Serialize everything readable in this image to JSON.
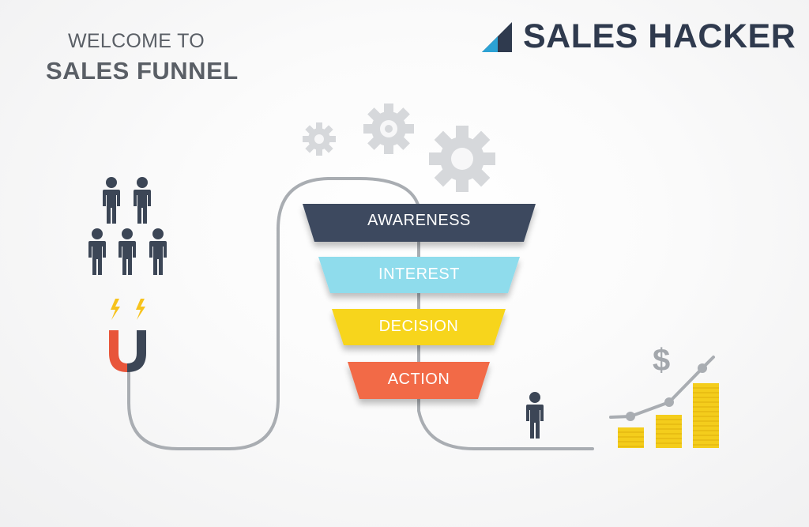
{
  "header": {
    "welcome": "WELCOME TO",
    "title": "SALES FUNNEL"
  },
  "brand": {
    "name": "SALES HACKER"
  },
  "funnel": {
    "stages": [
      {
        "label": "AWARENESS",
        "color": "#3c4a5e"
      },
      {
        "label": "INTEREST",
        "color": "#8fdcec"
      },
      {
        "label": "DECISION",
        "color": "#f7d51d"
      },
      {
        "label": "ACTION",
        "color": "#f26b47"
      }
    ]
  },
  "growth": {
    "symbol": "$"
  },
  "colors": {
    "path": "#a9adb2",
    "figure": "#3c4656",
    "magnet_red": "#e8553a",
    "magnet_dark": "#3c4656",
    "spark": "#f7c31d",
    "coin": "#f4cd1c",
    "gear": "#d6d8db",
    "brand_mark_light": "#2ca2d4",
    "brand_mark_dark": "#2f3a4e"
  },
  "icons": [
    "gear-icon",
    "person-icon",
    "magnet-icon",
    "lightning-icon",
    "coin-stack-icon",
    "dollar-sign-icon",
    "trend-line-icon"
  ]
}
